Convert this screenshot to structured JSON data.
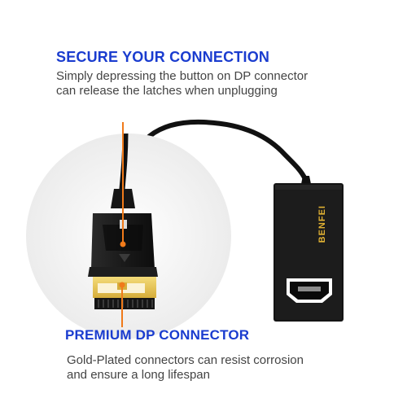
{
  "secure": {
    "heading": "SECURE YOUR CONNECTION",
    "lines": [
      "Simply depressing the button on DP connector",
      "can release the latches when unplugging"
    ]
  },
  "premium": {
    "heading": "PREMIUM DP CONNECTOR",
    "lines": [
      "Gold-Plated connectors can resist corrosion",
      "and ensure a long lifespan"
    ]
  },
  "adapter": {
    "brand": "BENFEI"
  },
  "colors": {
    "heading": "#1a3ccf",
    "callout": "#f07a1a",
    "cable": "#111111",
    "gold": "#e8c552",
    "brand": "#e2b233"
  }
}
